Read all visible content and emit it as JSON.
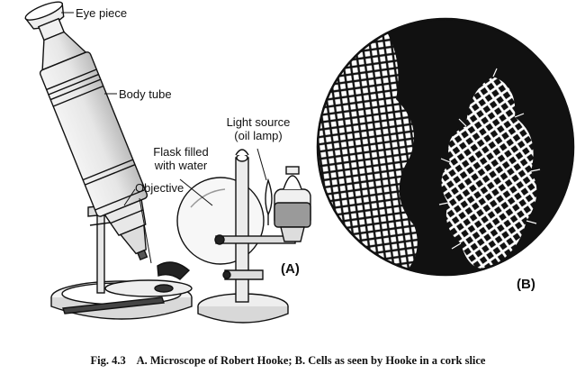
{
  "figure": {
    "labels": {
      "eye_piece": "Eye piece",
      "body_tube": "Body tube",
      "light_source_line1": "Light source",
      "light_source_line2": "(oil lamp)",
      "flask_line1": "Flask filled",
      "flask_line2": "with water",
      "objective": "Objective"
    },
    "panel_a_tag": "(A)",
    "panel_b_tag": "(B)",
    "caption": {
      "number": "Fig. 4.3",
      "text": "A. Microscope of Robert Hooke; B. Cells as seen by Hooke in a cork slice"
    }
  }
}
